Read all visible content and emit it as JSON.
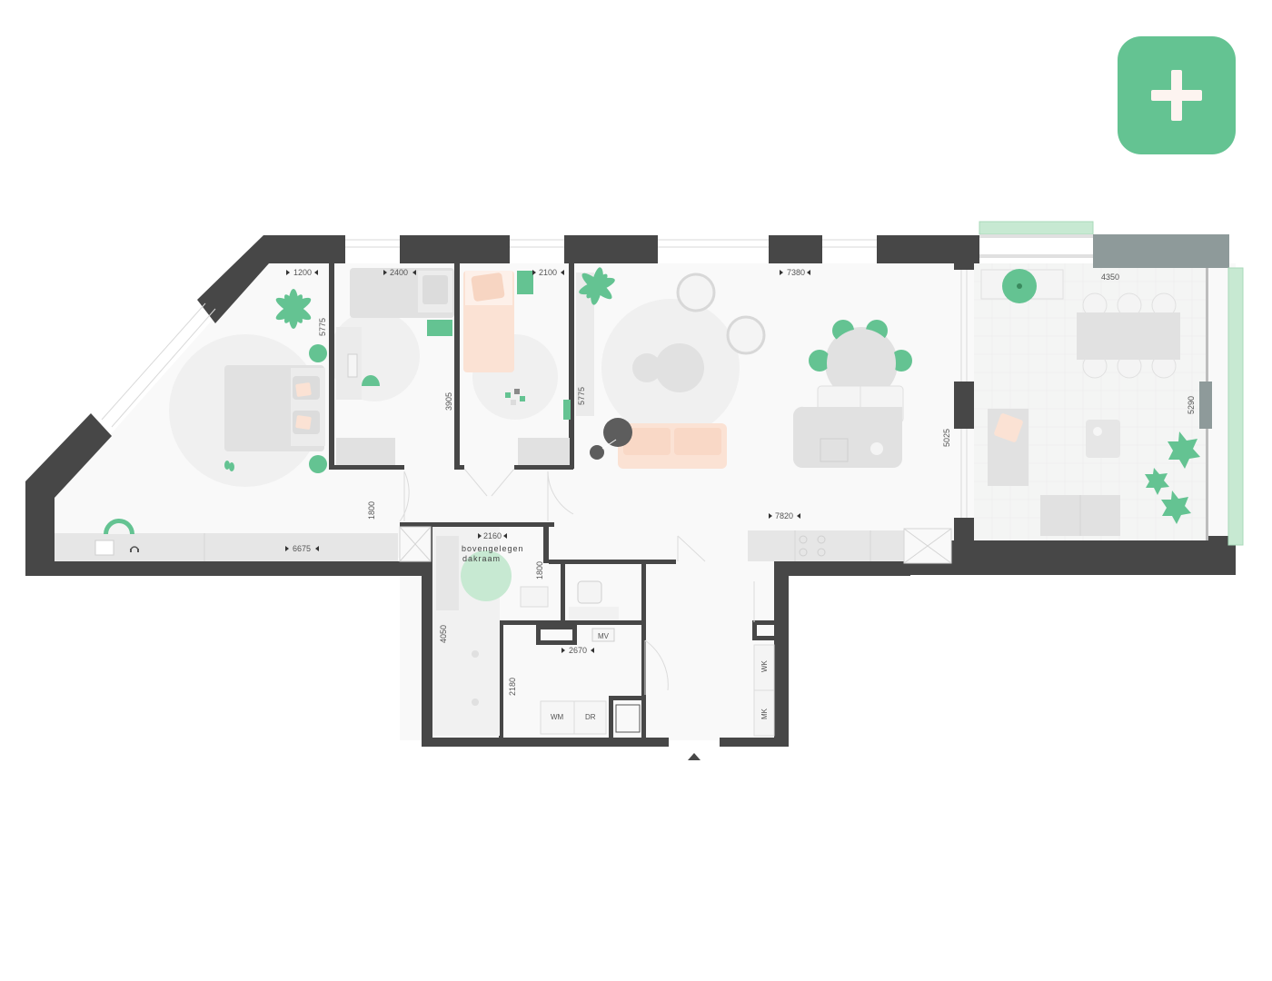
{
  "add_button": {
    "icon": "plus-icon",
    "color": "#64c392"
  },
  "colors": {
    "wall": "#474747",
    "floor": "#f9f9f9",
    "furniture": "#e3e3e3",
    "accent_green": "#64c392",
    "accent_peach": "#fbe2d4",
    "railing": "#c7e9d2",
    "glass": "#8e9a9a"
  },
  "dimensions": {
    "d1200": "1200",
    "d2400": "2400",
    "d2100": "2100",
    "d7380": "7380",
    "d4350": "4350",
    "d5775a": "5775",
    "d3905": "3905",
    "d5775b": "5775",
    "d5025": "5025",
    "d5290": "5290",
    "d1800a": "1800",
    "d6675": "6675",
    "d7820": "7820",
    "d2160": "2160",
    "d1800b": "1800",
    "d4050": "4050",
    "d2670": "2670",
    "d2180": "2180"
  },
  "labels": {
    "skylight_line1": "bovengelegen",
    "skylight_line2": "dakraam",
    "mv": "MV",
    "wm": "WM",
    "dr": "DR",
    "wk": "WK",
    "mk": "MK"
  }
}
